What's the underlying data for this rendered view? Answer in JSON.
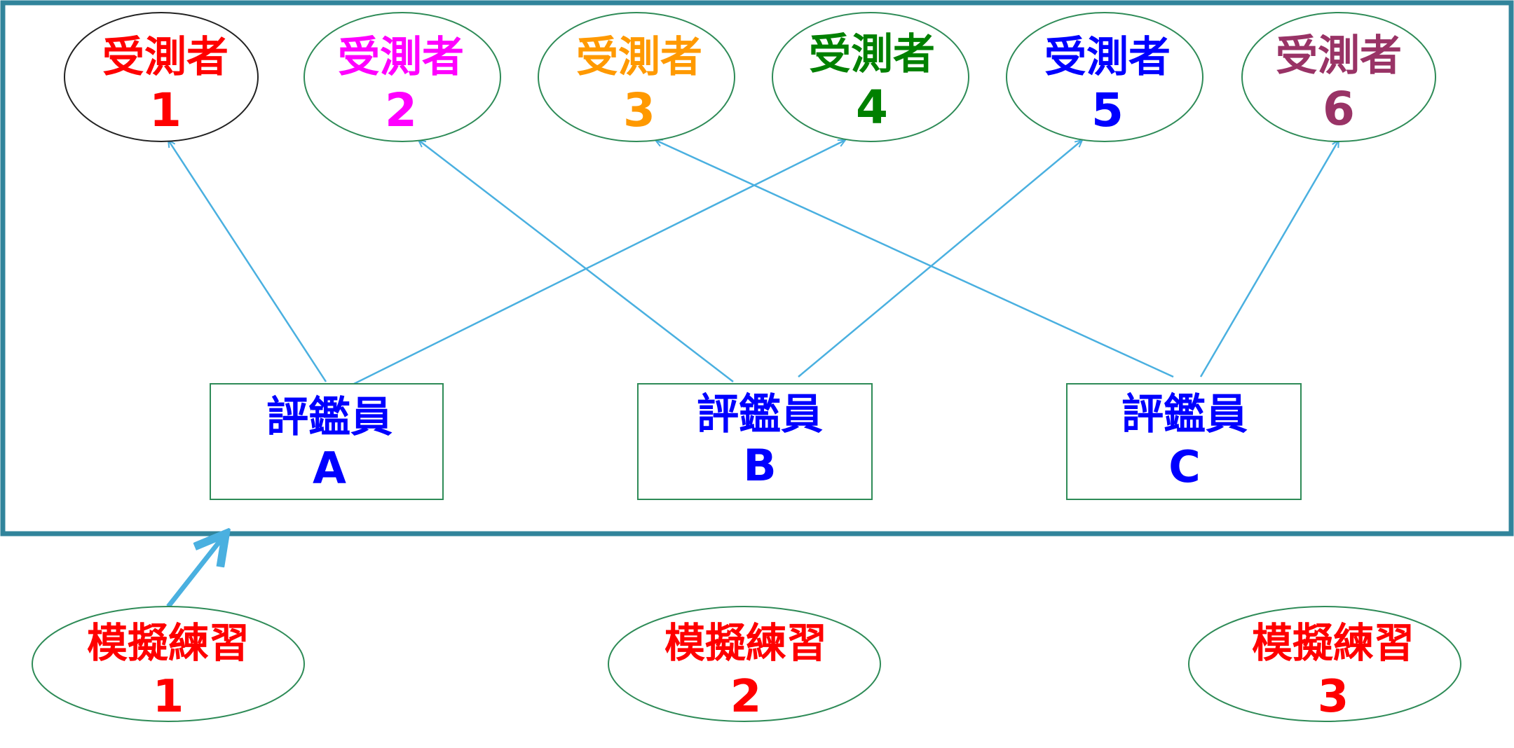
{
  "examinees": [
    {
      "label": "受測者",
      "num": "1",
      "color": "#ff0000",
      "border": "#222222"
    },
    {
      "label": "受測者",
      "num": "2",
      "color": "#ff00ff",
      "border": "#2e8b57"
    },
    {
      "label": "受測者",
      "num": "3",
      "color": "#ff9900",
      "border": "#2e8b57"
    },
    {
      "label": "受測者",
      "num": "4",
      "color": "#008000",
      "border": "#2e8b57"
    },
    {
      "label": "受測者",
      "num": "5",
      "color": "#0000ff",
      "border": "#2e8b57"
    },
    {
      "label": "受測者",
      "num": "6",
      "color": "#993366",
      "border": "#2e8b57"
    }
  ],
  "raters": [
    {
      "label": "評鑑員",
      "letter": "A",
      "color": "#0000ff"
    },
    {
      "label": "評鑑員",
      "letter": "B",
      "color": "#0000ff"
    },
    {
      "label": "評鑑員",
      "letter": "C",
      "color": "#0000ff"
    }
  ],
  "practices": [
    {
      "label": "模擬練習",
      "num": "1",
      "color": "#ff0000"
    },
    {
      "label": "模擬練習",
      "num": "2",
      "color": "#ff0000"
    },
    {
      "label": "模擬練習",
      "num": "3",
      "color": "#ff0000"
    }
  ],
  "colors": {
    "frame": "#31849b",
    "connector": "#4ab0e0",
    "node_border": "#2e8b57"
  }
}
